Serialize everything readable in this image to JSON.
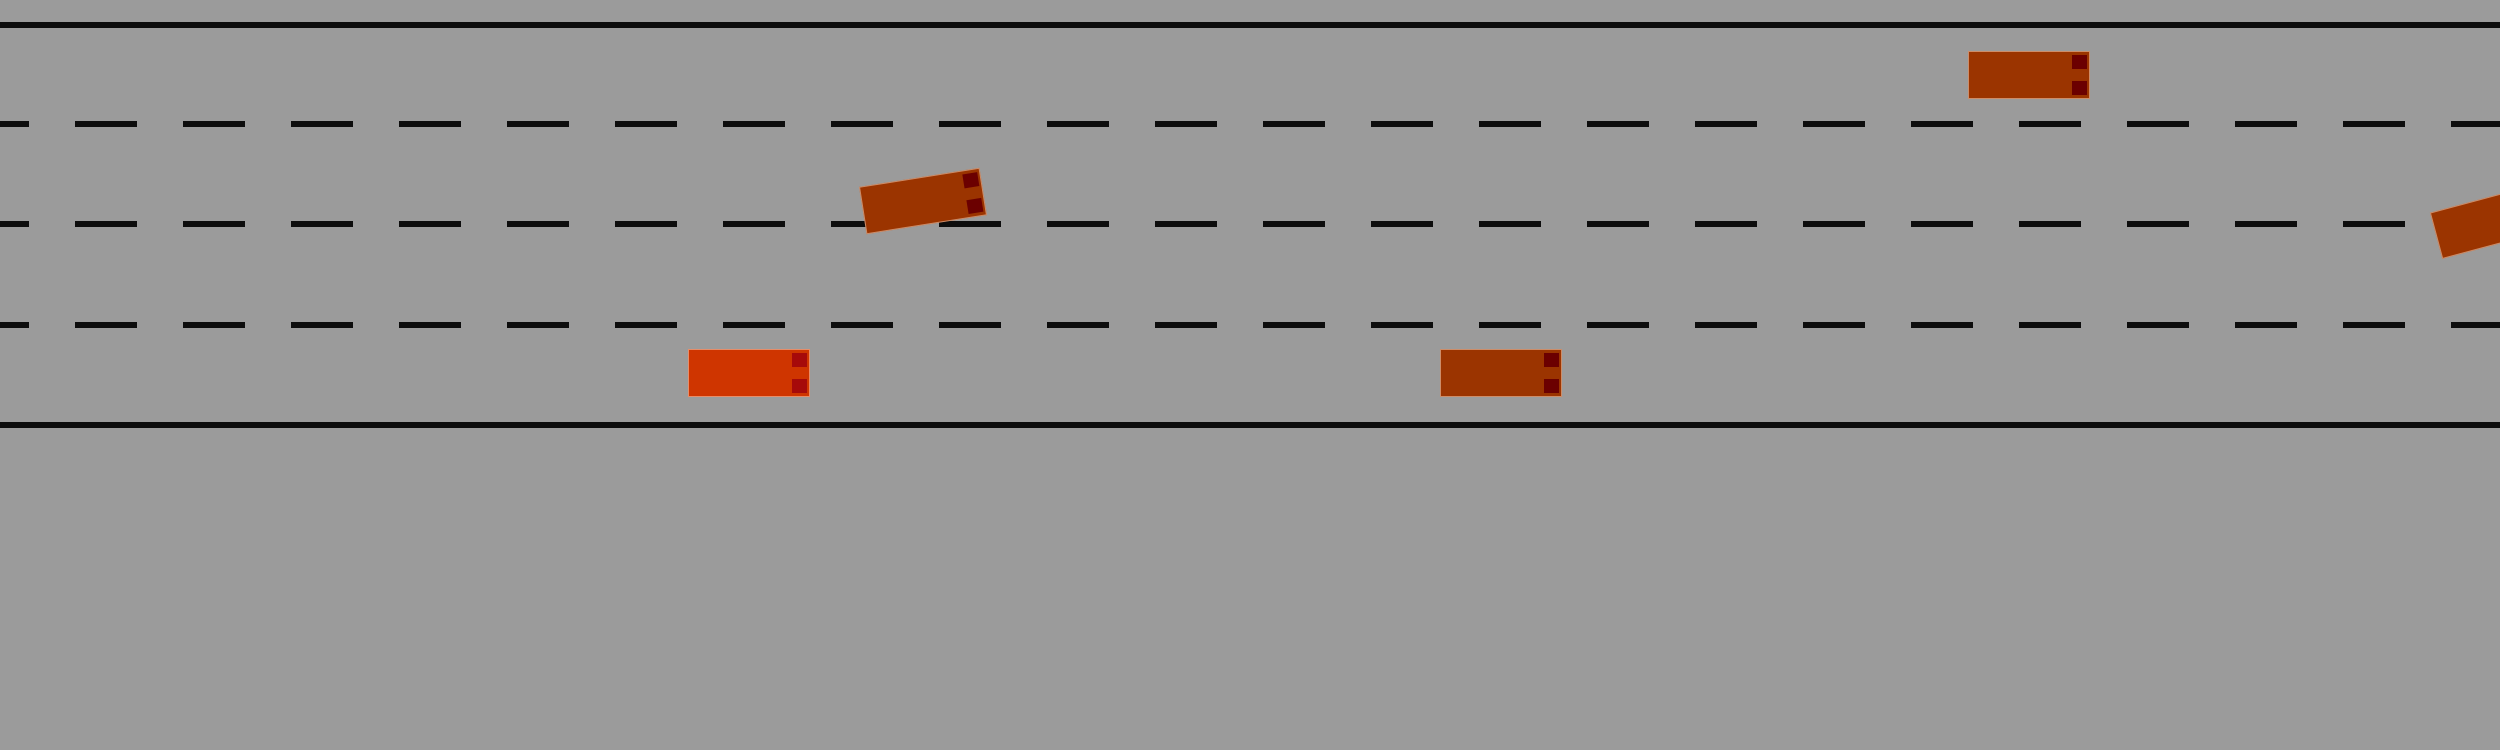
{
  "scene": {
    "background_color": "#9b9b9b",
    "line_color": "#0d0d0d",
    "lane_count": 4
  },
  "vehicles": [
    {
      "id": "ego",
      "role": "ego-vehicle",
      "lane": 4,
      "heading_deg": 0,
      "color": "#cf3500",
      "light_color": "#a60a0a"
    },
    {
      "id": "v1",
      "role": "other-vehicle",
      "lane": 1,
      "heading_deg": 0,
      "color": "#9b3400",
      "light_color": "#6b0000"
    },
    {
      "id": "v2",
      "role": "other-vehicle",
      "lane": 2,
      "heading_deg": -9,
      "color": "#9b3400",
      "light_color": "#6b0000"
    },
    {
      "id": "v3",
      "role": "other-vehicle",
      "lane": 4,
      "heading_deg": 0,
      "color": "#9b3400",
      "light_color": "#6b0000"
    },
    {
      "id": "v4",
      "role": "other-vehicle",
      "lane": 2,
      "heading_deg": -15,
      "color": "#9b3400",
      "light_color": "#6b0000"
    }
  ]
}
